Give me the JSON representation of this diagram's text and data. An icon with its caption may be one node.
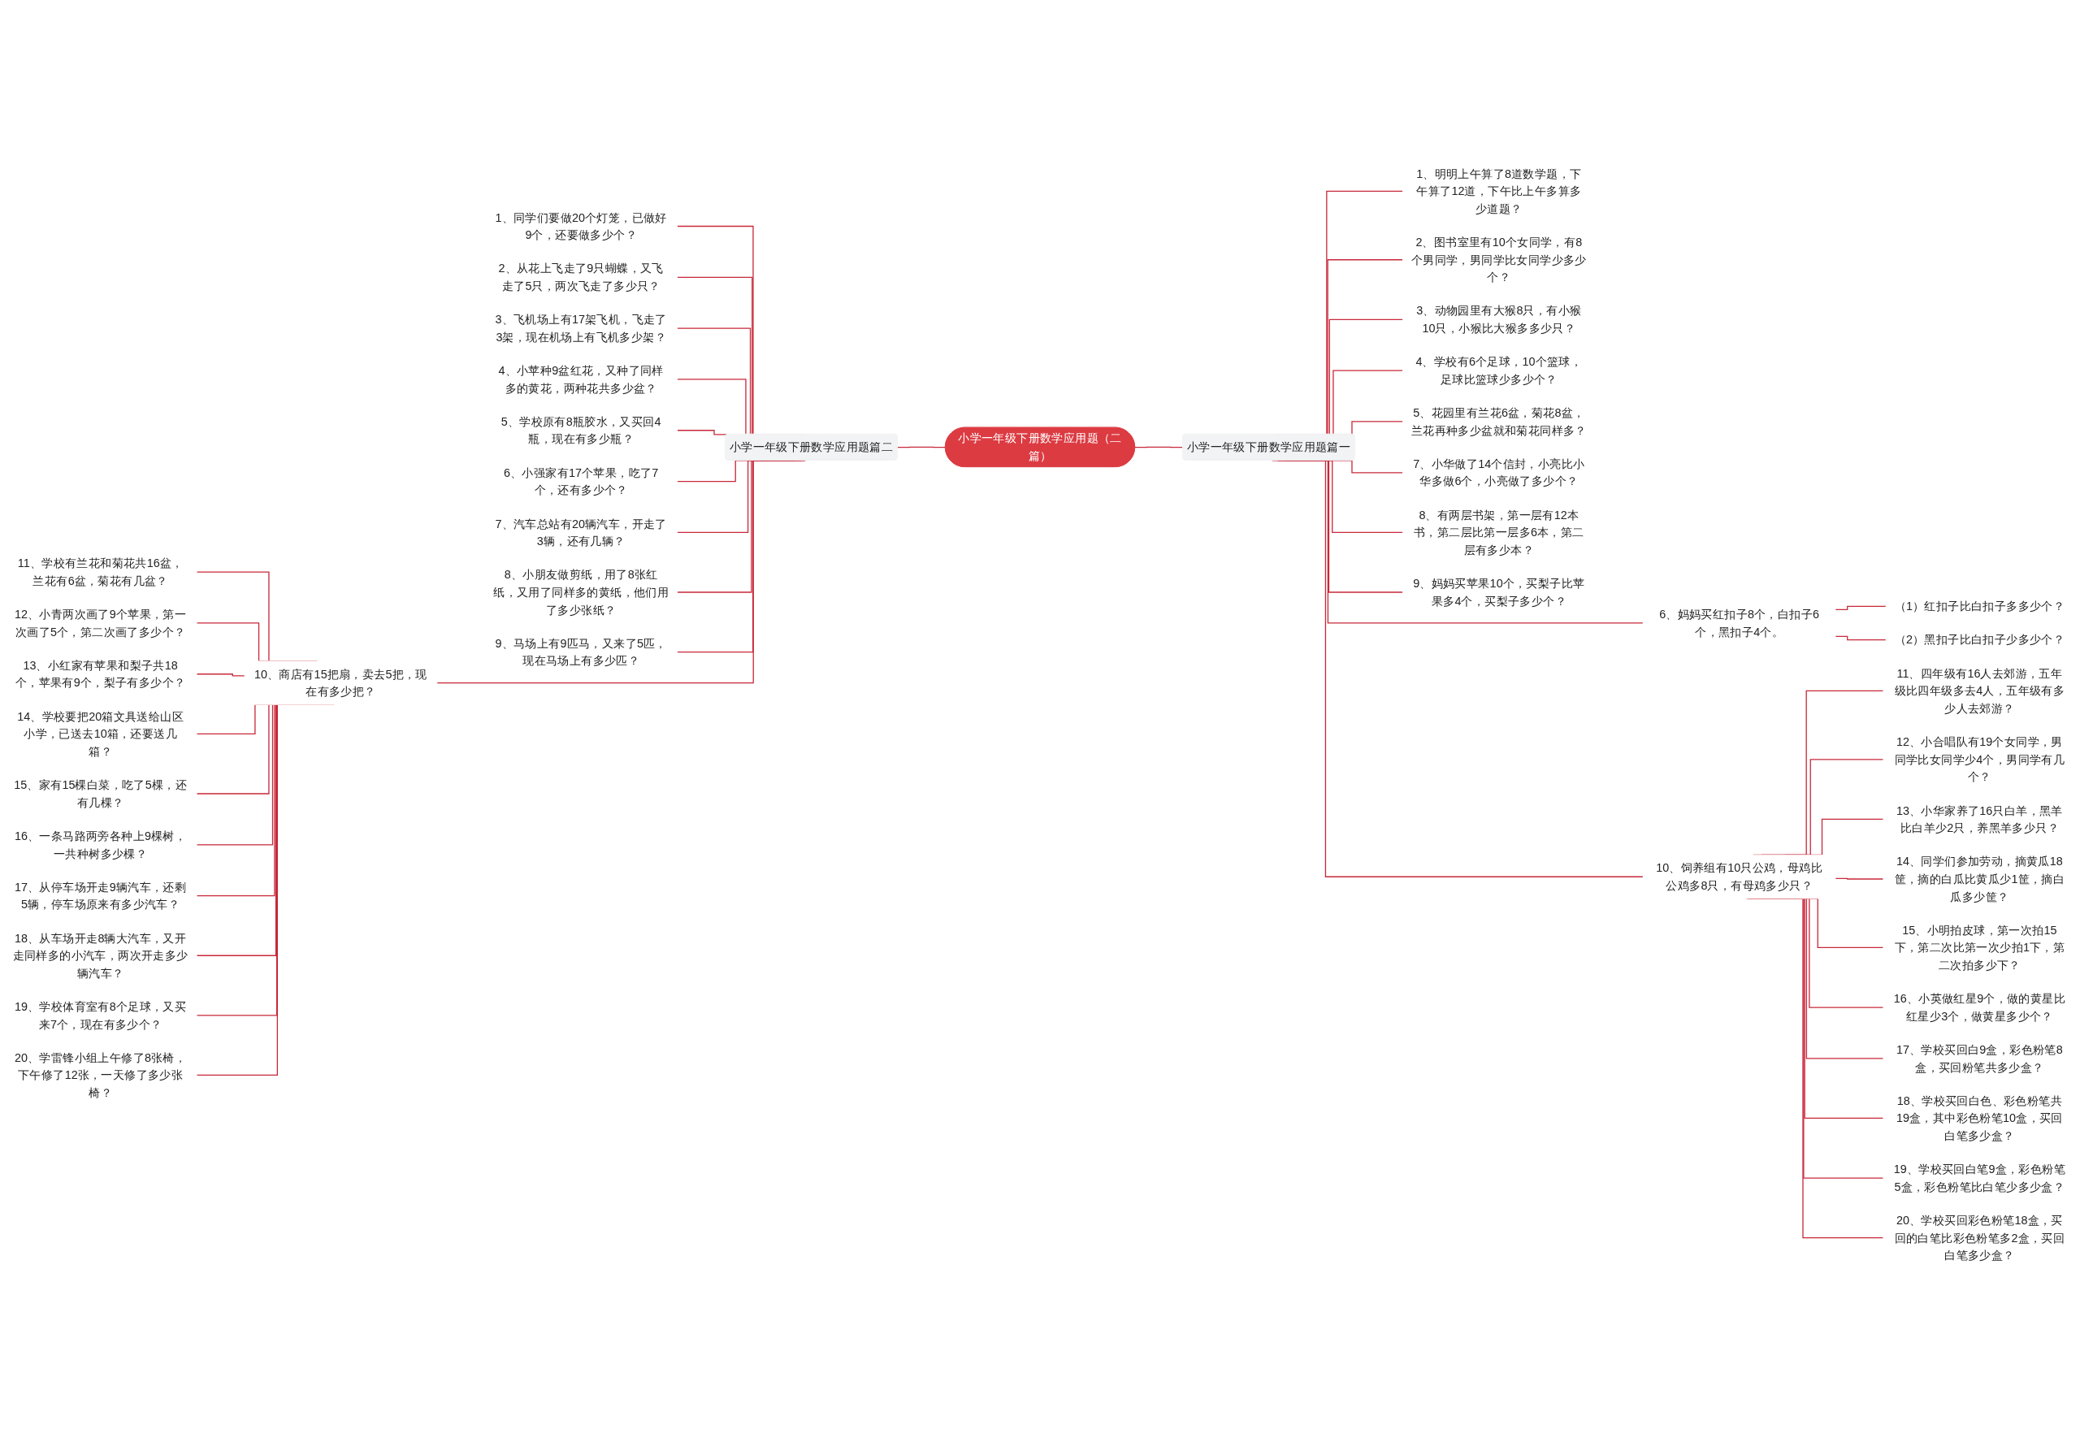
{
  "diagram": {
    "nodes": [
      {
        "text": [
          "小学一年级下册数学应用题（二篇）"
        ]
      },
      {
        "text": [
          "小学一年级下册数学应用题篇二"
        ]
      },
      {
        "text": [
          "1、同学们要做20个灯笼，已做好9个，还要做多少个？"
        ]
      },
      {
        "text": [
          "2、从花上飞走了9只蝴蝶，又飞走了5只，两次飞走了多少只？"
        ]
      },
      {
        "text": [
          "3、飞机场上有17架飞机，飞走了3架，现在机场上有飞机多少架？"
        ]
      },
      {
        "text": [
          "4、小苹种9盆红花，又种了同样多的黄花，两种花共多少盆？"
        ]
      },
      {
        "text": [
          "5、学校原有8瓶胶水，又买回4瓶，现在有多少瓶？"
        ]
      },
      {
        "text": [
          "6、小强家有17个苹果，吃了7个，还有多少个？"
        ]
      },
      {
        "text": [
          "7、汽车总站有20辆汽车，开走了3辆，还有几辆？"
        ]
      },
      {
        "text": [
          "8、小朋友做剪纸，用了8张红纸，又用了同样多的黄纸，他们用了多少张纸？"
        ]
      },
      {
        "text": [
          "9、马场上有9匹马，又来了5匹，现在马场上有多少匹？"
        ]
      },
      {
        "text": [
          "10、商店有15把扇，卖去5把，现在有多少把？"
        ]
      },
      {
        "text": [
          "11、学校有兰花和菊花共16盆，兰花有6盆，菊花有几盆？"
        ]
      },
      {
        "text": [
          "12、小青两次画了9个苹果，第一次画了5个，第二次画了多少个？"
        ]
      },
      {
        "text": [
          "13、小红家有苹果和梨子共18个，苹果有9个，梨子有多少个？"
        ]
      },
      {
        "text": [
          "14、学校要把20箱文具送给山区小学，已送去10箱，还要送几箱？"
        ]
      },
      {
        "text": [
          "15、家有15棵白菜，吃了5棵，还有几棵？"
        ]
      },
      {
        "text": [
          "16、一条马路两旁各种上9棵树，一共种树多少棵？"
        ]
      },
      {
        "text": [
          "17、从停车场开走9辆汽车，还剩5辆，停车场原来有多少汽车？"
        ]
      },
      {
        "text": [
          "18、从车场开走8辆大汽车，又开走同样多的小汽车，两次开走多少辆汽车？"
        ]
      },
      {
        "text": [
          "19、学校体育室有8个足球，又买来7个，现在有多少个？"
        ]
      },
      {
        "text": [
          "20、学雷锋小组上午修了8张椅，下午修了12张，一天修了多少张椅？"
        ]
      },
      {
        "text": [
          "小学一年级下册数学应用题篇一"
        ]
      },
      {
        "text": [
          "1、明明上午算了8道数学题，下午算了12道，下午比上午多算多少道题？"
        ]
      },
      {
        "text": [
          "2、图书室里有10个女同学，有8个男同学，男同学比女同学少多少个？"
        ]
      },
      {
        "text": [
          "3、动物园里有大猴8只，有小猴10只，小猴比大猴多多少只？"
        ]
      },
      {
        "text": [
          "4、学校有6个足球，10个篮球，足球比篮球少多少个？"
        ]
      },
      {
        "text": [
          "5、花园里有兰花6盆，菊花8盆，兰花再种多少盆就和菊花同样多？"
        ]
      },
      {
        "text": [
          "6、妈妈买红扣子8个，白扣子6个，黑扣子4个。"
        ]
      },
      {
        "text": [
          "7、小华做了14个信封，小亮比小华多做6个，小亮做了多少个？"
        ]
      },
      {
        "text": [
          "8、有两层书架，第一层有12本书，第二层比第一层多6本，第二层有多少本？"
        ]
      },
      {
        "text": [
          "9、妈妈买苹果10个，买梨子比苹果多4个，买梨子多少个？"
        ]
      },
      {
        "text": [
          "10、饲养组有10只公鸡，母鸡比公鸡多8只，有母鸡多少只？"
        ]
      },
      {
        "text": [
          "（1）红扣子比白扣子多多少个？"
        ]
      },
      {
        "text": [
          "（2）黑扣子比白扣子少多少个？"
        ]
      },
      {
        "text": [
          "11、四年级有16人去郊游，五年级比四年级多去4人，五年级有多少人去郊游？"
        ]
      },
      {
        "text": [
          "12、小合唱队有19个女同学，男同学比女同学少4个，男同学有几个？"
        ]
      },
      {
        "text": [
          "13、小华家养了16只白羊，黑羊比白羊少2只，养黑羊多少只？"
        ]
      },
      {
        "text": [
          "14、同学们参加劳动，摘黄瓜18筐，摘的白瓜比黄瓜少1筐，摘白瓜多少筐？"
        ]
      },
      {
        "text": [
          "15、小明拍皮球，第一次拍15下，第二次比第一次少拍1下，第二次拍多少下？"
        ]
      },
      {
        "text": [
          "16、小英做红星9个，做的黄星比红星少3个，做黄星多少个？"
        ]
      },
      {
        "text": [
          "17、学校买回白9盒，彩色粉笔8盒，买回粉笔共多少盒？"
        ]
      },
      {
        "text": [
          "18、学校买回白色、彩色粉笔共19盒，其中彩色粉笔10盒，买回白笔多少盒？"
        ]
      },
      {
        "text": [
          "19、学校买回白笔9盒，彩色粉笔5盒，彩色粉笔比白笔少多少盒？"
        ]
      },
      {
        "text": [
          "20、学校买回彩色粉笔18盒，买回的白笔比彩色粉笔多2盒，买回白笔多少盒？"
        ]
      }
    ],
    "edges": [
      {
        "from": 0,
        "to": 1,
        "arrow": "none"
      },
      {
        "from": 1,
        "to": 2,
        "arrow": "none"
      },
      {
        "from": 1,
        "to": 3,
        "arrow": "none"
      },
      {
        "from": 1,
        "to": 4,
        "arrow": "none"
      },
      {
        "from": 1,
        "to": 5,
        "arrow": "none"
      },
      {
        "from": 1,
        "to": 6,
        "arrow": "none"
      },
      {
        "from": 1,
        "to": 7,
        "arrow": "none"
      },
      {
        "from": 1,
        "to": 8,
        "arrow": "none"
      },
      {
        "from": 1,
        "to": 9,
        "arrow": "none"
      },
      {
        "from": 1,
        "to": 10,
        "arrow": "none"
      },
      {
        "from": 1,
        "to": 11,
        "arrow": "none"
      },
      {
        "from": 11,
        "to": 12,
        "arrow": "none"
      },
      {
        "from": 11,
        "to": 13,
        "arrow": "none"
      },
      {
        "from": 11,
        "to": 14,
        "arrow": "none"
      },
      {
        "from": 11,
        "to": 15,
        "arrow": "none"
      },
      {
        "from": 11,
        "to": 16,
        "arrow": "none"
      },
      {
        "from": 11,
        "to": 17,
        "arrow": "none"
      },
      {
        "from": 11,
        "to": 18,
        "arrow": "none"
      },
      {
        "from": 11,
        "to": 19,
        "arrow": "none"
      },
      {
        "from": 11,
        "to": 20,
        "arrow": "none"
      },
      {
        "from": 11,
        "to": 21,
        "arrow": "none"
      },
      {
        "from": 0,
        "to": 22,
        "arrow": "none"
      },
      {
        "from": 22,
        "to": 23,
        "arrow": "none"
      },
      {
        "from": 22,
        "to": 24,
        "arrow": "none"
      },
      {
        "from": 22,
        "to": 25,
        "arrow": "none"
      },
      {
        "from": 22,
        "to": 26,
        "arrow": "none"
      },
      {
        "from": 22,
        "to": 27,
        "arrow": "none"
      },
      {
        "from": 22,
        "to": 28,
        "arrow": "none"
      },
      {
        "from": 22,
        "to": 29,
        "arrow": "none"
      },
      {
        "from": 22,
        "to": 30,
        "arrow": "none"
      },
      {
        "from": 22,
        "to": 31,
        "arrow": "none"
      },
      {
        "from": 22,
        "to": 32,
        "arrow": "none"
      },
      {
        "from": 28,
        "to": 33,
        "arrow": "none"
      },
      {
        "from": 28,
        "to": 34,
        "arrow": "none"
      },
      {
        "from": 32,
        "to": 35,
        "arrow": "none"
      },
      {
        "from": 32,
        "to": 36,
        "arrow": "none"
      },
      {
        "from": 32,
        "to": 37,
        "arrow": "none"
      },
      {
        "from": 32,
        "to": 38,
        "arrow": "none"
      },
      {
        "from": 32,
        "to": 39,
        "arrow": "none"
      },
      {
        "from": 32,
        "to": 40,
        "arrow": "none"
      },
      {
        "from": 32,
        "to": 41,
        "arrow": "none"
      },
      {
        "from": 32,
        "to": 42,
        "arrow": "none"
      },
      {
        "from": 32,
        "to": 43,
        "arrow": "none"
      },
      {
        "from": 32,
        "to": 44,
        "arrow": "none"
      }
    ]
  }
}
